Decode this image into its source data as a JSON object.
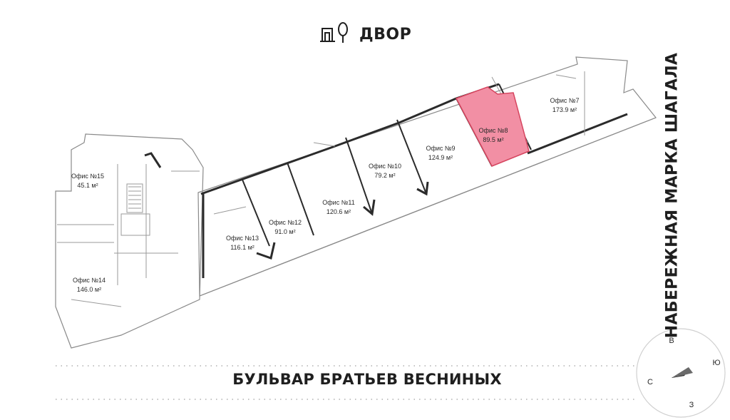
{
  "labels": {
    "yard": "ДВОР",
    "boulevard": "БУЛЬВАР БРАТЬЕВ ВЕСНИНЫХ",
    "embankment": "НАБЕРЕЖНАЯ МАРКА ШАГАЛА"
  },
  "compass": {
    "north": "В",
    "east": "Ю",
    "west": "С",
    "south": "З"
  },
  "offices": [
    {
      "id": "office-7",
      "name": "Офис №7",
      "area": "173.9 м²"
    },
    {
      "id": "office-8",
      "name": "Офис №8",
      "area": "89.5 м²",
      "highlighted": true
    },
    {
      "id": "office-9",
      "name": "Офис №9",
      "area": "124.9 м²"
    },
    {
      "id": "office-10",
      "name": "Офис №10",
      "area": "79.2 м²"
    },
    {
      "id": "office-11",
      "name": "Офис №11",
      "area": "120.6 м²"
    },
    {
      "id": "office-12",
      "name": "Офис №12",
      "area": "91.0 м²"
    },
    {
      "id": "office-13",
      "name": "Офис №13",
      "area": "116.1 м²"
    },
    {
      "id": "office-14",
      "name": "Офис №14",
      "area": "146.0 м²"
    },
    {
      "id": "office-15",
      "name": "Офис №15",
      "area": "45.1 м²"
    }
  ],
  "colors": {
    "highlight_fill": "#f28fa4",
    "highlight_stroke": "#d6455f",
    "wall": "#2b2b2b",
    "thin_line": "#9a9a9a"
  },
  "icons": {
    "yard": "playground-tree-icon",
    "compass": "compass-icon"
  }
}
